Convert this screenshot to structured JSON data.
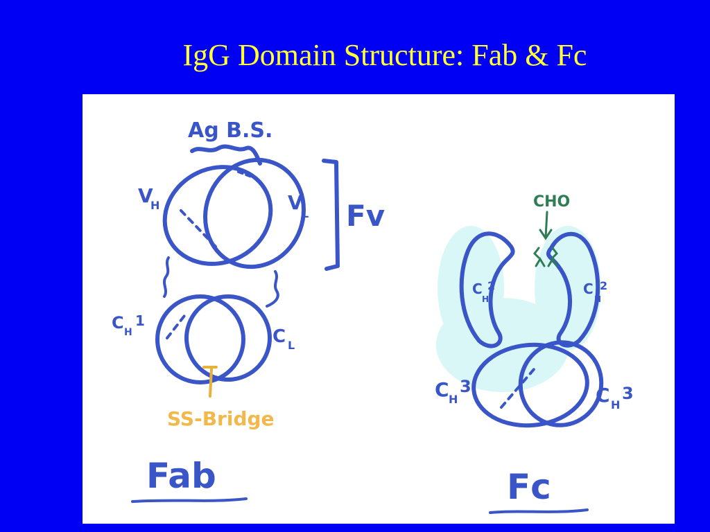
{
  "slide": {
    "title": "IgG Domain Structure: Fab & Fc"
  },
  "fab": {
    "caption": "Fab",
    "antigen_binding_site": "Ag B.S.",
    "vh": "V",
    "vh_sub": "H",
    "vl": "V",
    "vl_sub": "L",
    "fv": "Fv",
    "ch1": "C",
    "ch1_sub": "H",
    "ch1_sup": "1",
    "cl": "C",
    "cl_sub": "L",
    "ss_bridge": "SS-Bridge"
  },
  "fc": {
    "caption": "Fc",
    "cho": "CHO",
    "ch2_left": "C",
    "ch2_left_sub": "H",
    "ch2_left_sup": "2",
    "ch2_right": "C",
    "ch2_right_sub": "H",
    "ch2_right_sup": "2",
    "ch3_left": "C",
    "ch3_left_sub": "H",
    "ch3_left_sup": "3",
    "ch3_right": "C",
    "ch3_right_sub": "H",
    "ch3_right_sup": "3"
  },
  "colors": {
    "background": "#0000f5",
    "title": "#ffff33",
    "ink_blue": "#3a55c8",
    "ink_green": "#2e7d55",
    "ink_orange": "#f2b84b",
    "highlight_cyan": "#d8f7f6"
  }
}
